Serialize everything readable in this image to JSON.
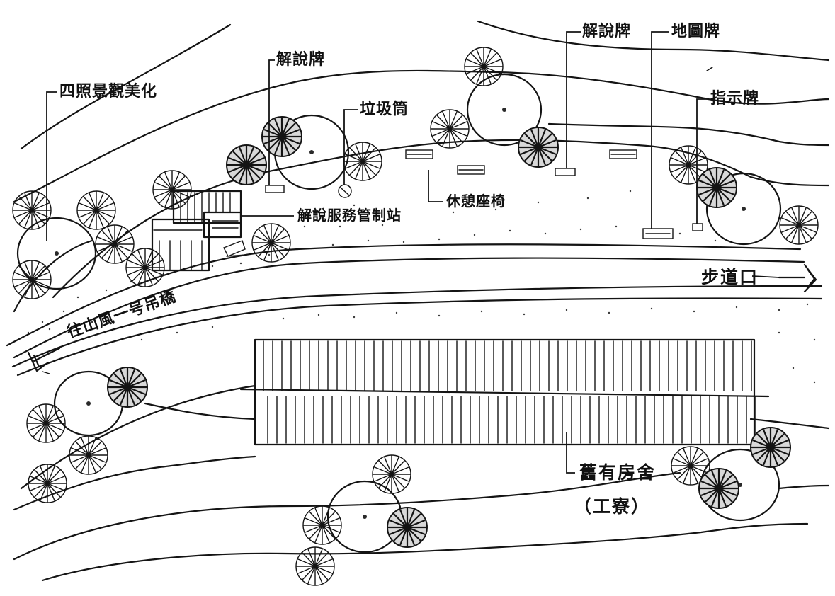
{
  "labels": {
    "viewpoint_beautify": "四照景觀美化",
    "interp_sign_left": "解說牌",
    "trash_bin": "垃圾筒",
    "interp_sign_right": "解說牌",
    "map_sign": "地圖牌",
    "direction_sign": "指示牌",
    "rest_bench": "休憩座椅",
    "service_station": "解說服務管制站",
    "trail_entrance": "步道口",
    "suspension_bridge": "往山風一号吊橋",
    "old_building": "舊有房舍",
    "old_building_note": "（工寮）"
  }
}
